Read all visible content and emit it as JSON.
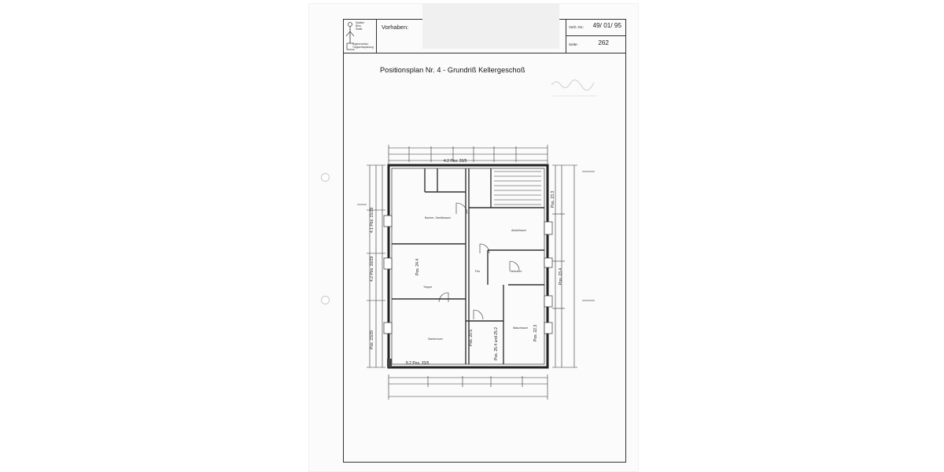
{
  "header": {
    "logo_lines": [
      "Statiker",
      "Büro",
      "Statik",
      "Ingenieurbüro",
      "Tragwerksplanung"
    ],
    "vorhaben_label": "Vorhaben:",
    "vorh_nr_label": "Vorh.-Nr.:",
    "vorh_nr_value": "49/ 01/ 95",
    "seite_label": "Seite:",
    "seite_value": "262"
  },
  "plan_title": "Positionsplan Nr. 4 - Grundriß Kellergeschoß",
  "rooms": [
    "Bauher.-Sanitärraum",
    "Treppe",
    "Sanierraum",
    "Flur",
    "Waschraum",
    "Abstellraum",
    "Heizraum"
  ],
  "positions": [
    "4.1 Pos. 21/29",
    "4.2 Pos. 20/29",
    "Pos. 23/29",
    "Pos. 24.4",
    "Pos. 23.3",
    "Pos. 22.3",
    "Pos. 23.4",
    "Pos. 25.4 und 25.2",
    "Pos. 20.5",
    "4.2 Pos. 20/5",
    "8.2 Pos. 20/5"
  ],
  "colors": {
    "ink": "#222222",
    "paper": "#fbfbfb"
  }
}
